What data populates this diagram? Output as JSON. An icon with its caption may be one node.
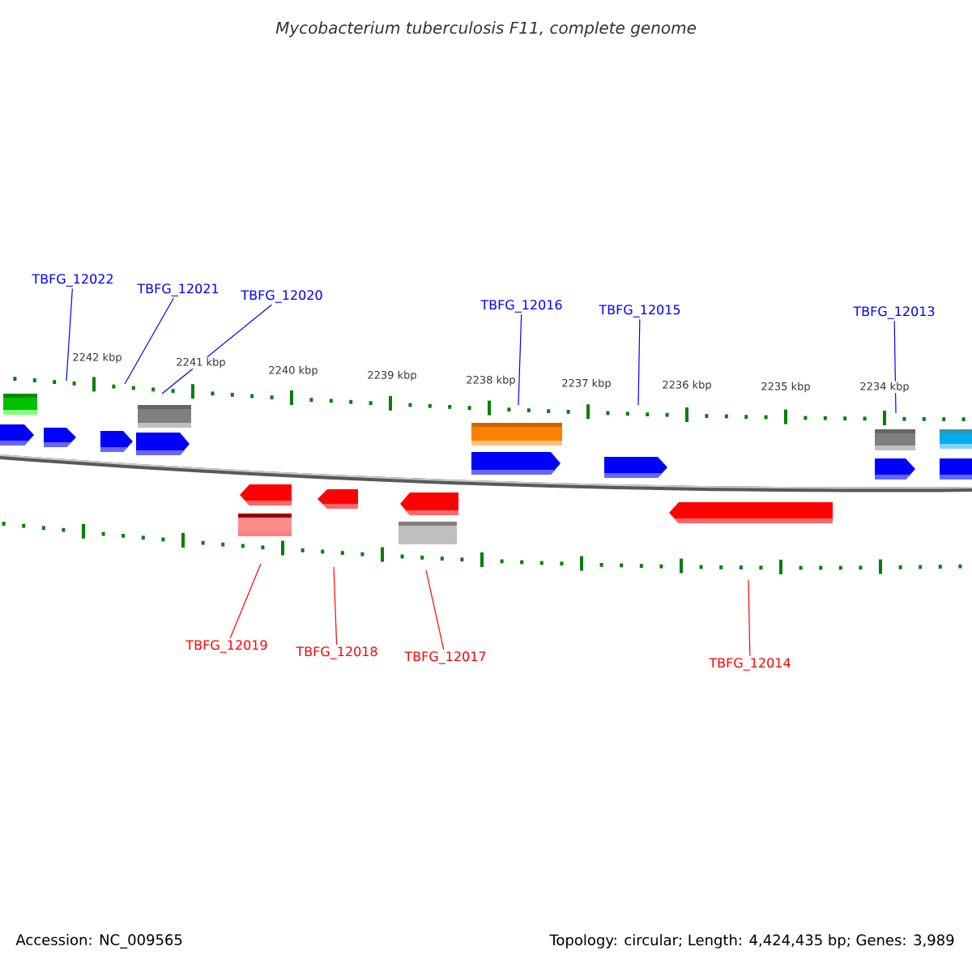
{
  "diagram": {
    "title": "Mycobacterium tuberculosis F11, complete genome",
    "nodes": [
      {
        "text": [
          "TBFG_12022"
        ]
      },
      {
        "text": [
          "TBFG_12021"
        ]
      },
      {
        "text": [
          "TBFG_12020"
        ]
      },
      {
        "text": [
          "TBFG_12016"
        ]
      },
      {
        "text": [
          "TBFG_12015"
        ]
      },
      {
        "text": [
          "TBFG_12013"
        ]
      },
      {
        "text": [
          "TBFG_12019"
        ]
      },
      {
        "text": [
          "TBFG_12018"
        ]
      },
      {
        "text": [
          "TBFG_12017"
        ]
      },
      {
        "text": [
          "TBFG_12014"
        ]
      }
    ],
    "edges": [
      {
        "from": 0,
        "to": null,
        "arrow": "none"
      },
      {
        "from": 1,
        "to": null,
        "arrow": "none"
      },
      {
        "from": 2,
        "to": null,
        "arrow": "none"
      },
      {
        "from": 3,
        "to": null,
        "arrow": "none"
      },
      {
        "from": 4,
        "to": null,
        "arrow": "none"
      },
      {
        "from": 5,
        "to": null,
        "arrow": "none"
      },
      {
        "from": 6,
        "to": null,
        "arrow": "none",
        "color": "#ff0000"
      },
      {
        "from": 7,
        "to": null,
        "arrow": "none",
        "color": "#ff0000"
      },
      {
        "from": 8,
        "to": null,
        "arrow": "none",
        "color": "#ff0000"
      },
      {
        "from": 9,
        "to": null,
        "arrow": "none",
        "color": "#ff0000"
      }
    ],
    "labels": [
      "2242 kbp",
      "2241 kbp",
      "2240 kbp",
      "2239 kbp",
      "2238 kbp",
      "2237 kbp",
      "2236 kbp",
      "2235 kbp",
      "2234 kbp",
      "Accession: NC_009565",
      "Topology: circular; Length: 4,424,435 bp; Genes: 3,989"
    ]
  }
}
